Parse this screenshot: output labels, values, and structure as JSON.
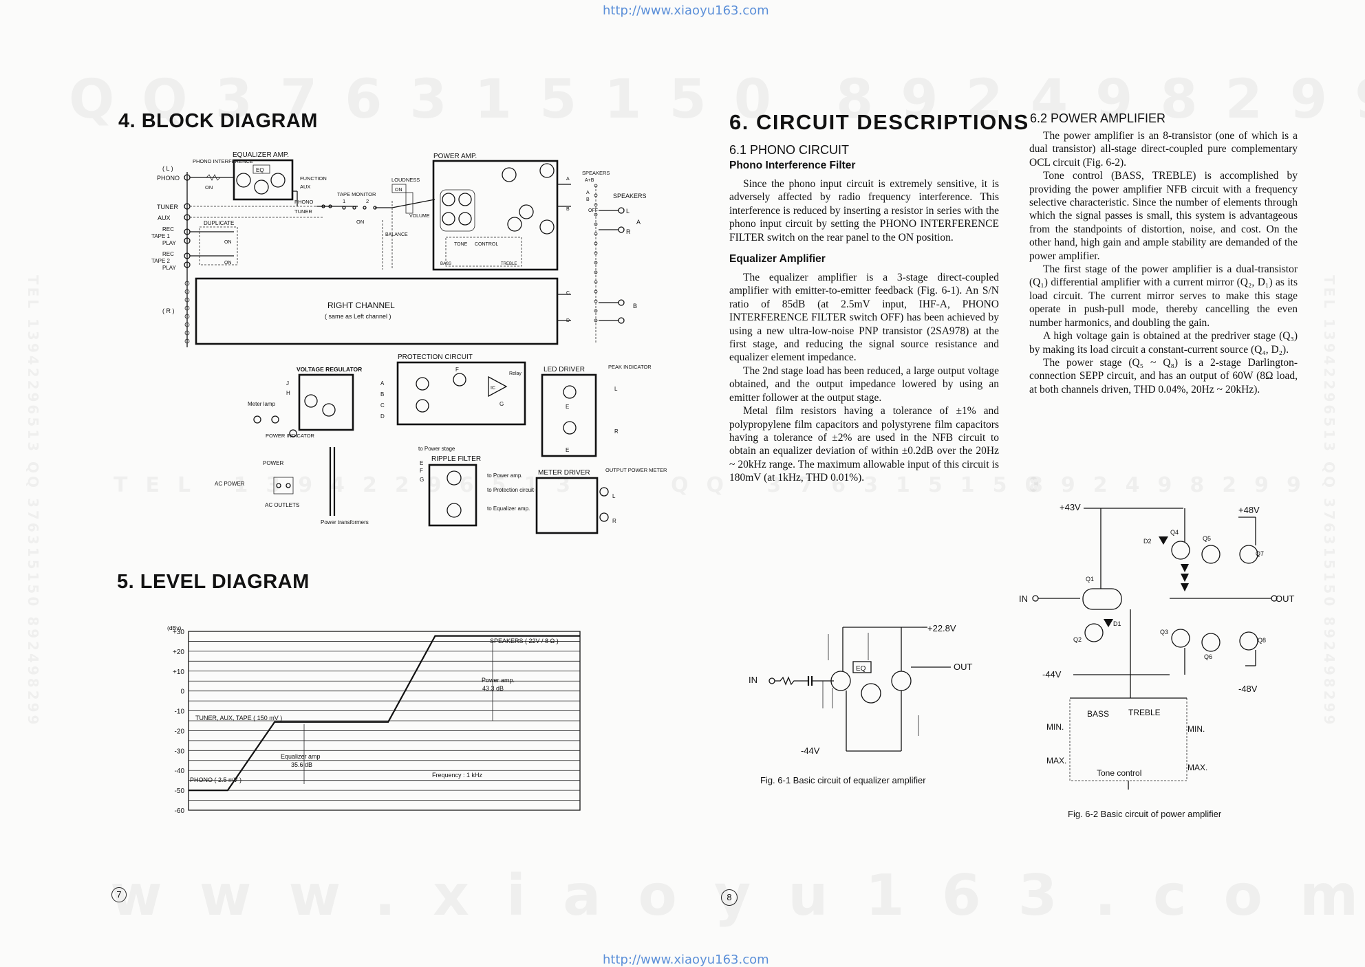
{
  "header_url": "http://www.xiaoyu163.com",
  "footer_url": "http://www.xiaoyu163.com",
  "watermarks": {
    "top_left": "QQ376315150",
    "top_right": "892498299",
    "mid_left": "TEL 13942296513",
    "mid_center": "QQ 376315150",
    "mid_right": "892498299",
    "bottom": "www.xiaoyu163.com",
    "side_right": "TEL 13942296513 QQ 376315150 892498299",
    "side_left": "TEL 13942296513 QQ 376315150 892498299"
  },
  "page_numbers": {
    "left": "7",
    "center": "8"
  },
  "block_diagram": {
    "title": "4. BLOCK DIAGRAM",
    "labels": {
      "equalizer_amp": "EQUALIZER AMP.",
      "power_amp": "POWER AMP.",
      "phono_interference": "PHONO INTERFERENCE",
      "l": "( L )",
      "phono": "PHONO",
      "tuner": "TUNER",
      "aux": "AUX",
      "tape1_rec": "REC",
      "tape1": "TAPE 1",
      "tape1_play": "PLAY",
      "tape2_rec": "REC",
      "tape2": "TAPE 2",
      "tape2_play": "PLAY",
      "duplicate": "DUPLICATE",
      "on": "ON",
      "eq": "EQ",
      "function": "FUNCTION",
      "aux_sw": "AUX",
      "phono_sw": "PHONO",
      "tuner_sw": "TUNER",
      "tape_monitor": "TAPE MONITOR",
      "tm1": "1",
      "tm2": "2",
      "loudness": "LOUDNESS",
      "volume": "VOLUME",
      "balance": "BALANCE",
      "tone": "TONE",
      "control": "CONTROL",
      "bass": "BASS",
      "treble": "TREBLE",
      "speakers_ab": "SPEAKERS",
      "ab": "A+B",
      "a_small": "A",
      "b_small": "B",
      "off": "OFF",
      "speakers": "SPEAKERS",
      "spk_l": "L",
      "spk_r": "R",
      "spk_a": "A",
      "spk_b": "B",
      "c": "C",
      "d": "D",
      "r": "( R )",
      "right_channel": "RIGHT  CHANNEL",
      "same_as_left": "( same as Left channel )",
      "voltage_regulator": "VOLTAGE REGULATOR",
      "j": "J",
      "h": "H",
      "meter_lamp": "Meter lamp",
      "power_indicator": "POWER INDICATOR",
      "protection_circuit": "PROTECTION CIRCUIT",
      "relay": "Relay",
      "ic": "IC",
      "f": "F",
      "pa": "A",
      "pb": "B",
      "pc": "C",
      "pd": "D",
      "pg": "G",
      "led_driver": "LED DRIVER",
      "peak_indicator": "PEAK INDICATOR",
      "le": "E",
      "ll": "L",
      "lr": "R",
      "to_power_stage": "to Power stage",
      "ripple_filter": "RIPPLE FILTER",
      "to_power_amp": "to Power amp.",
      "to_protection": "to Protection circuit",
      "to_equalizer": "to Equalizer amp.",
      "meter_driver": "METER DRIVER",
      "output_power_meter": "OUTPUT POWER METER",
      "ml": "L",
      "mr": "R",
      "power": "POWER",
      "ac_power": "AC POWER",
      "ac_outlets": "AC OUTLETS",
      "power_transformers": "Power transformers",
      "e": "E",
      "f2": "F",
      "g": "G"
    }
  },
  "level_diagram": {
    "title": "5. LEVEL DIAGRAM",
    "chart_data": {
      "type": "line",
      "ylabel": "(dBv)",
      "ylim": [
        -60,
        30
      ],
      "y_ticks": [
        "+30",
        "+20",
        "+10",
        "0",
        "-10",
        "-20",
        "-30",
        "-40",
        "-50",
        "-60"
      ],
      "grid": true,
      "series": [
        {
          "points": [
            [
              0,
              -50
            ],
            [
              0.1,
              -50
            ],
            [
              0.22,
              -15.6
            ],
            [
              0.51,
              -15.6
            ],
            [
              0.63,
              27.7
            ],
            [
              1.0,
              27.7
            ]
          ]
        }
      ],
      "annotations": {
        "speakers": "SPEAKERS ( 22V / 8 Ω )",
        "tuner_aux_tape": "TUNER, AUX, TAPE ( 150 mV )",
        "phono": "PHONO ( 2.5 mV )",
        "power_amp": "Power amp.",
        "power_amp_gain": "43.3 dB",
        "equalizer_amp": "Equalizer amp",
        "equalizer_amp_gain": "35.6 dB",
        "frequency": "Frequency : 1 kHz"
      }
    }
  },
  "circuit_descriptions": {
    "title": "6. CIRCUIT  DESCRIPTIONS",
    "s61": {
      "heading": "6.1  PHONO CIRCUIT",
      "sub1": "Phono Interference Filter",
      "p1": "Since the phono input circuit is extremely sensitive, it is adversely affected by radio frequency interference. This interference is reduced by inserting a resistor in series with the phono input circuit by setting the PHONO INTERFERENCE FILTER switch on the rear panel to the ON position.",
      "sub2": "Equalizer Amplifier",
      "p2": "The equalizer amplifier is a 3-stage direct-coupled amplifier with emitter-to-emitter feedback (Fig. 6-1). An S/N ratio of 85dB (at 2.5mV input, IHF-A, PHONO INTERFERENCE FILTER switch OFF) has been achieved by using a new ultra-low-noise PNP transistor (2SA978) at the first stage, and reducing the signal source resistance and equalizer element impedance.",
      "p3": "The 2nd stage load has been reduced, a large output voltage obtained, and the output impedance lowered by using an emitter follower at the output stage.",
      "p4": "Metal film resistors having a tolerance of ±1% and polypropylene film capacitors and polystyrene film capacitors having a tolerance of ±2% are used in the NFB circuit to obtain an equalizer deviation of within ±0.2dB over the 20Hz ~ 20kHz range. The maximum allowable input of this circuit is 180mV (at 1kHz, THD 0.01%)."
    },
    "s62": {
      "heading": "6.2 POWER AMPLIFIER",
      "p1": "The power amplifier is an 8-transistor (one of which is a dual transistor) all-stage direct-coupled pure complementary OCL circuit (Fig. 6-2).",
      "p2": "Tone control (BASS, TREBLE) is accomplished by providing the power amplifier NFB circuit with a frequency selective characteristic. Since the number of elements through which the signal passes is small, this system is advantageous from the standpoints of distortion, noise, and cost. On the other hand, high gain and ample stability are demanded of the power amplifier.",
      "p3": "The first stage of the power amplifier is a dual-transistor (Q₁) differential amplifier with a current mirror (Q₂, D₁) as its load circuit. The current mirror serves to make this stage operate in push-pull mode, thereby cancelling the even number harmonics, and doubling the gain.",
      "p4": "A high voltage gain is obtained at the predriver stage (Q₃) by making its load circuit a constant-current source (Q₄, D₂).",
      "p5": "The power stage (Q₅ ~ Q₈) is a 2-stage Darlington-connection SEPP circuit, and has an output of 60W (8Ω load, at both channels driven, THD 0.04%, 20Hz ~ 20kHz)."
    },
    "fig1": {
      "caption": "Fig. 6-1   Basic circuit of equalizer amplifier",
      "in": "IN",
      "out": "OUT",
      "v_pos": "+22.8V",
      "v_neg": "-44V",
      "eq": "EQ"
    },
    "fig2": {
      "caption": "Fig. 6-2   Basic circuit of power amplifier",
      "v43": "+43V",
      "v48": "+48V",
      "vm44": "-44V",
      "vm48": "-48V",
      "in": "IN",
      "out": "OUT",
      "q1": "Q1",
      "q2": "Q2",
      "q3": "Q3",
      "q4": "Q4",
      "q5": "Q5",
      "q6": "Q6",
      "q7": "Q7",
      "q8": "Q8",
      "d1": "D1",
      "d2": "D2",
      "bass": "BASS",
      "treble": "TREBLE",
      "min1": "MIN.",
      "max1": "MAX.",
      "min2": "MIN.",
      "max2": "MAX.",
      "tone_control": "Tone  control"
    }
  }
}
